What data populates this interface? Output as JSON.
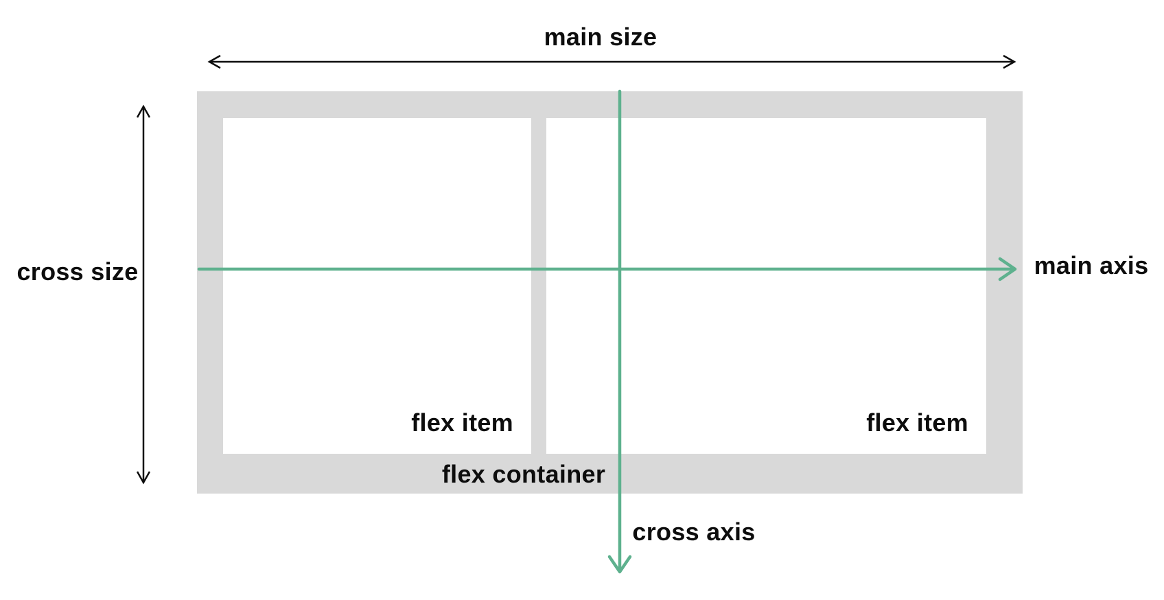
{
  "diagram": {
    "title": "flexbox terminology diagram",
    "labels": {
      "main_size": "main size",
      "cross_size": "cross size",
      "main_axis": "main axis",
      "cross_axis": "cross axis",
      "flex_container": "flex container",
      "flex_item_1": "flex item",
      "flex_item_2": "flex item"
    },
    "colors": {
      "axis_green": "#5EB18E",
      "container_gray": "#D9D9D9",
      "text_black": "#0D0D0D",
      "background_white": "#FFFFFF"
    }
  }
}
